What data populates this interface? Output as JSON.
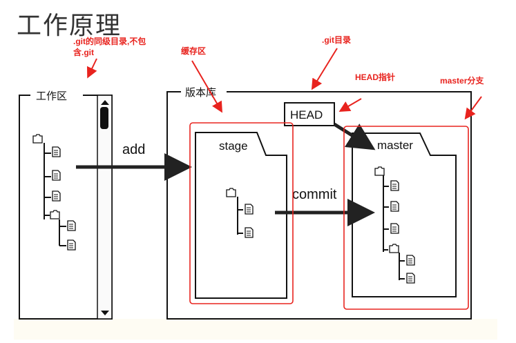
{
  "title": "工作原理",
  "annotations": {
    "outside_git": ".git的同级目录,不包含.git",
    "cache": "缓存区",
    "git_dir": ".git目录",
    "head_pointer": "HEAD指针",
    "master_branch": "master分支"
  },
  "workspace": {
    "label": "工作区"
  },
  "repository": {
    "label": "版本库"
  },
  "stage": {
    "label": "stage"
  },
  "master": {
    "label": "master"
  },
  "head": {
    "label": "HEAD"
  },
  "arrows": {
    "add": "add",
    "commit": "commit"
  },
  "colors": {
    "annotation": "#e8231e",
    "line": "#111111",
    "highlight_box": "#e8231e"
  }
}
